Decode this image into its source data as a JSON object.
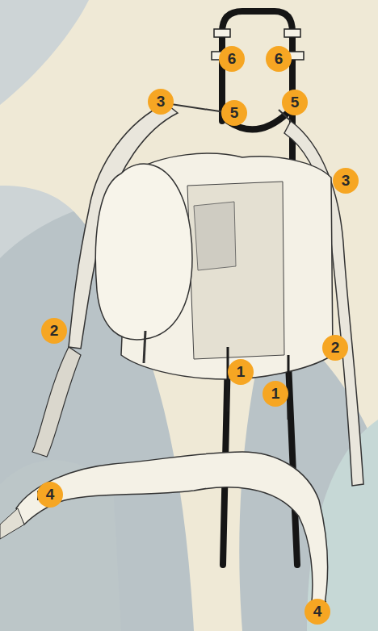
{
  "diagram": {
    "labels": [
      "6",
      "6",
      "3",
      "5",
      "5",
      "3",
      "2",
      "2",
      "1",
      "1",
      "4",
      "4"
    ]
  }
}
